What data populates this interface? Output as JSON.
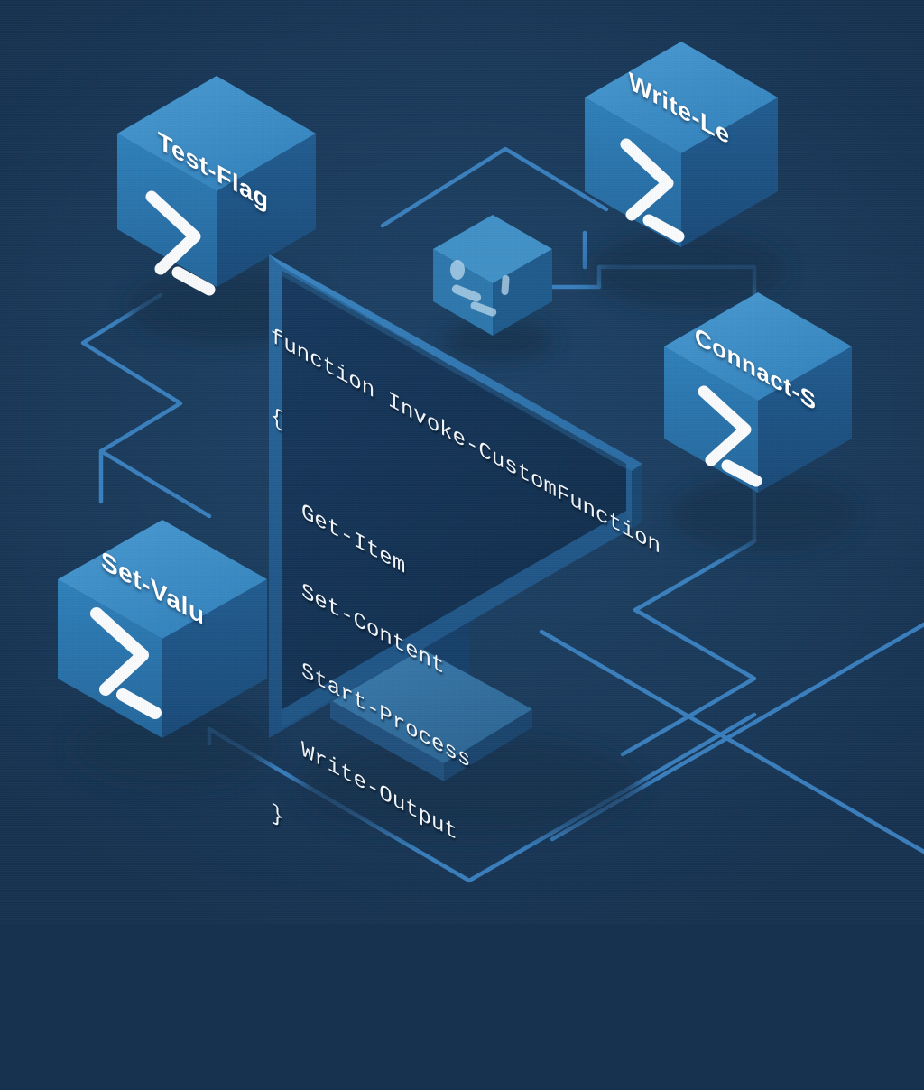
{
  "scene": {
    "title": "PowerShell custom function isometric illustration",
    "background_color": "#1c3d5e",
    "accent_color": "#3d85c6",
    "connector_color": "#3d85c6"
  },
  "monitor": {
    "name": "code-monitor",
    "screen_color": "#143357",
    "bezel_color": "#2d6ea8",
    "stand_color": "#2a5e8e",
    "code": {
      "language": "PowerShell",
      "lines": [
        "function Invoke-CustomFunction",
        "{",
        "    Get-Item",
        "    Set-Content",
        "    Start-Process",
        "    Write-Output",
        "}"
      ],
      "line_1": "function Invoke-CustomFunction",
      "line_2": "{",
      "line_3": "Get-Item",
      "line_4": "Set-Content",
      "line_5": "Start-Process",
      "line_6": "Write-Output",
      "line_7": "}"
    }
  },
  "cubes": [
    {
      "id": "test-flag",
      "label": "Test-Flag",
      "icon": "powershell-prompt-icon",
      "position": "top-left",
      "top_color": "#3d8fc6",
      "left_color": "#2b7ab3",
      "right_color": "#1d5386"
    },
    {
      "id": "write-log",
      "label": "Write-Le",
      "icon": "powershell-prompt-icon",
      "position": "top-right",
      "top_color": "#3d8fc6",
      "left_color": "#2b7ab3",
      "right_color": "#1d5386"
    },
    {
      "id": "connect-session",
      "label": "Connact-S",
      "icon": "powershell-prompt-icon",
      "position": "middle-right",
      "top_color": "#3d8fc6",
      "left_color": "#2b7ab3",
      "right_color": "#1d5386"
    },
    {
      "id": "set-value",
      "label": "Set-Valu",
      "icon": "powershell-prompt-icon",
      "position": "bottom-left",
      "top_color": "#3d8fc6",
      "left_color": "#2b7ab3",
      "right_color": "#1d5386"
    },
    {
      "id": "small-node",
      "label": "",
      "icon": "faded-prompt-icon",
      "position": "center",
      "top_color": "#3c86bc",
      "left_color": "#2e6fa3",
      "right_color": "#1f5180"
    }
  ]
}
